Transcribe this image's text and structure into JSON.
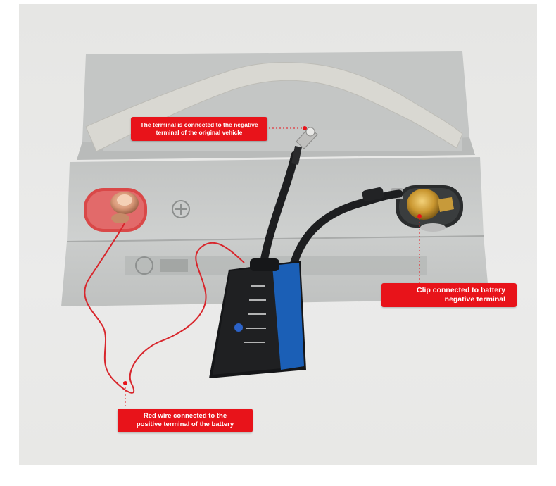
{
  "callouts": {
    "negative_terminal": {
      "line1": "The terminal is connected to the negative",
      "line2": "terminal of the original vehicle"
    },
    "clip": {
      "line1": "Clip connected to battery",
      "line2": "negative terminal"
    },
    "red_wire": {
      "line1": "Red wire connected to the",
      "line2": "positive terminal of the battery"
    }
  },
  "colors": {
    "callout_bg": "#e8131a",
    "callout_text": "#ffffff",
    "battery_case": "#c9cbc9",
    "red_wire": "#d8262c"
  }
}
